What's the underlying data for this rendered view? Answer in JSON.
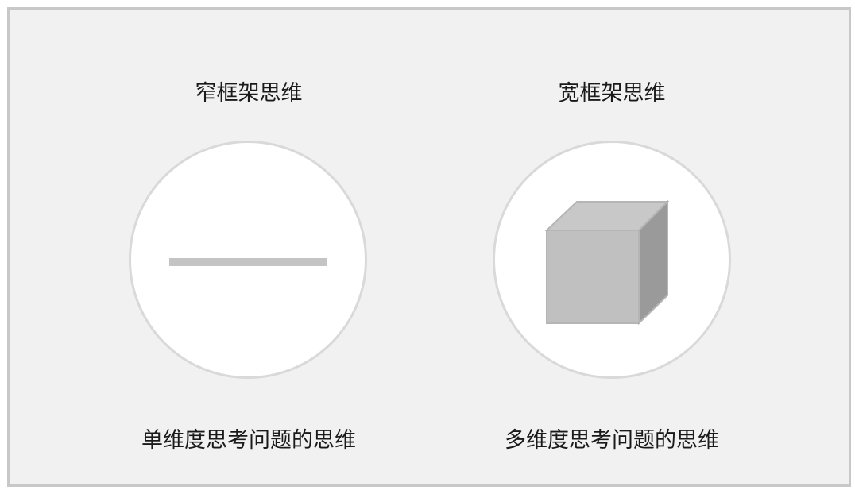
{
  "left_panel": {
    "title": "窄框架思维",
    "caption": "单维度思考问题的思维",
    "icon": "line-icon"
  },
  "right_panel": {
    "title": "宽框架思维",
    "caption": "多维度思考问题的思维",
    "icon": "cube-icon"
  },
  "colors": {
    "frame_background": "#f1f1f1",
    "frame_border": "#c8c8c8",
    "circle_fill": "#ffffff",
    "circle_border": "#d9d9d9",
    "shape_fill": "#c4c4c4",
    "cube_side": "#9a9a9a"
  }
}
